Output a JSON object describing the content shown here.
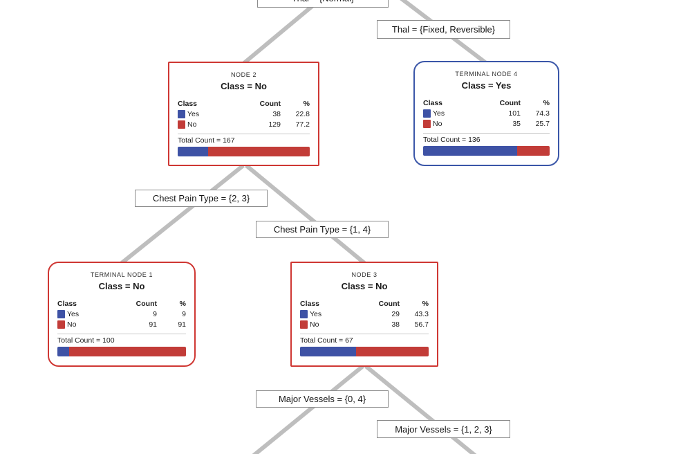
{
  "diagram": {
    "colors": {
      "yes_color": "#3e52a5",
      "no_color": "#c23c38",
      "internal_node_border": "#cf3733",
      "terminal_yes_border": "#3a56a8",
      "terminal_no_border": "#cf3733",
      "edge_line": "#bebebe"
    },
    "table": {
      "class_col": "Class",
      "count_col": "Count",
      "pct_col": "%",
      "yes_label": "Yes",
      "no_label": "No"
    },
    "edge_labels": [
      {
        "text": "Thal = {Normal}"
      },
      {
        "text": "Thal = {Fixed, Reversible}"
      },
      {
        "text": "Chest Pain Type = {2, 3}"
      },
      {
        "text": "Chest Pain Type = {1, 4}"
      },
      {
        "text": "Major Vessels = {0, 4}"
      },
      {
        "text": "Major Vessels = {1, 2, 3}"
      }
    ],
    "nodes": [
      {
        "title": "NODE 2",
        "class_label": "Class = No",
        "yes_count": "38",
        "yes_pct": "22.8",
        "no_count": "129",
        "no_pct": "77.2",
        "total_label": "Total Count = 167",
        "yes_fraction": 22.8,
        "border_color": "#cf3733",
        "shape": "internal"
      },
      {
        "title": "TERMINAL NODE 4",
        "class_label": "Class = Yes",
        "yes_count": "101",
        "yes_pct": "74.3",
        "no_count": "35",
        "no_pct": "25.7",
        "total_label": "Total Count = 136",
        "yes_fraction": 74.3,
        "border_color": "#3a56a8",
        "shape": "terminal"
      },
      {
        "title": "TERMINAL NODE 1",
        "class_label": "Class = No",
        "yes_count": "9",
        "yes_pct": "9",
        "no_count": "91",
        "no_pct": "91",
        "total_label": "Total Count = 100",
        "yes_fraction": 9,
        "border_color": "#cf3733",
        "shape": "terminal"
      },
      {
        "title": "NODE 3",
        "class_label": "Class = No",
        "yes_count": "29",
        "yes_pct": "43.3",
        "no_count": "38",
        "no_pct": "56.7",
        "total_label": "Total Count = 67",
        "yes_fraction": 43.3,
        "border_color": "#cf3733",
        "shape": "internal"
      }
    ]
  }
}
